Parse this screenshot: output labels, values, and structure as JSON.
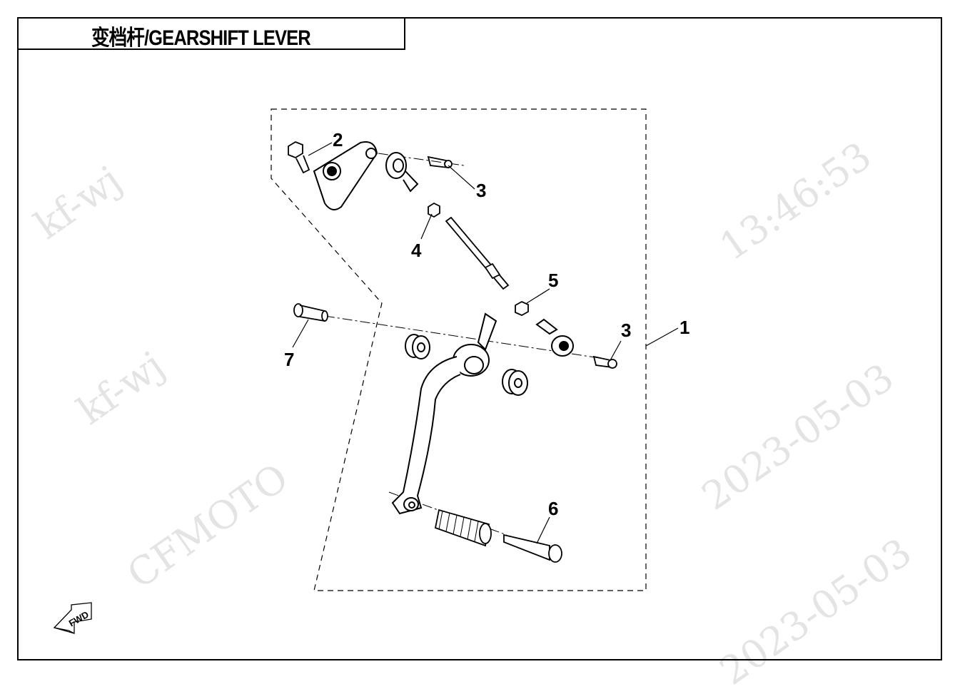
{
  "title": "变档杆/GEARSHIFT LEVER",
  "callouts": [
    "1",
    "2",
    "3",
    "3",
    "4",
    "5",
    "6",
    "7"
  ],
  "fwd_icon_label": "FWD",
  "watermark": {
    "user": "kf-wj",
    "date": "2023-05-03",
    "time": "13:46:53",
    "brand": "CFMOTO"
  }
}
